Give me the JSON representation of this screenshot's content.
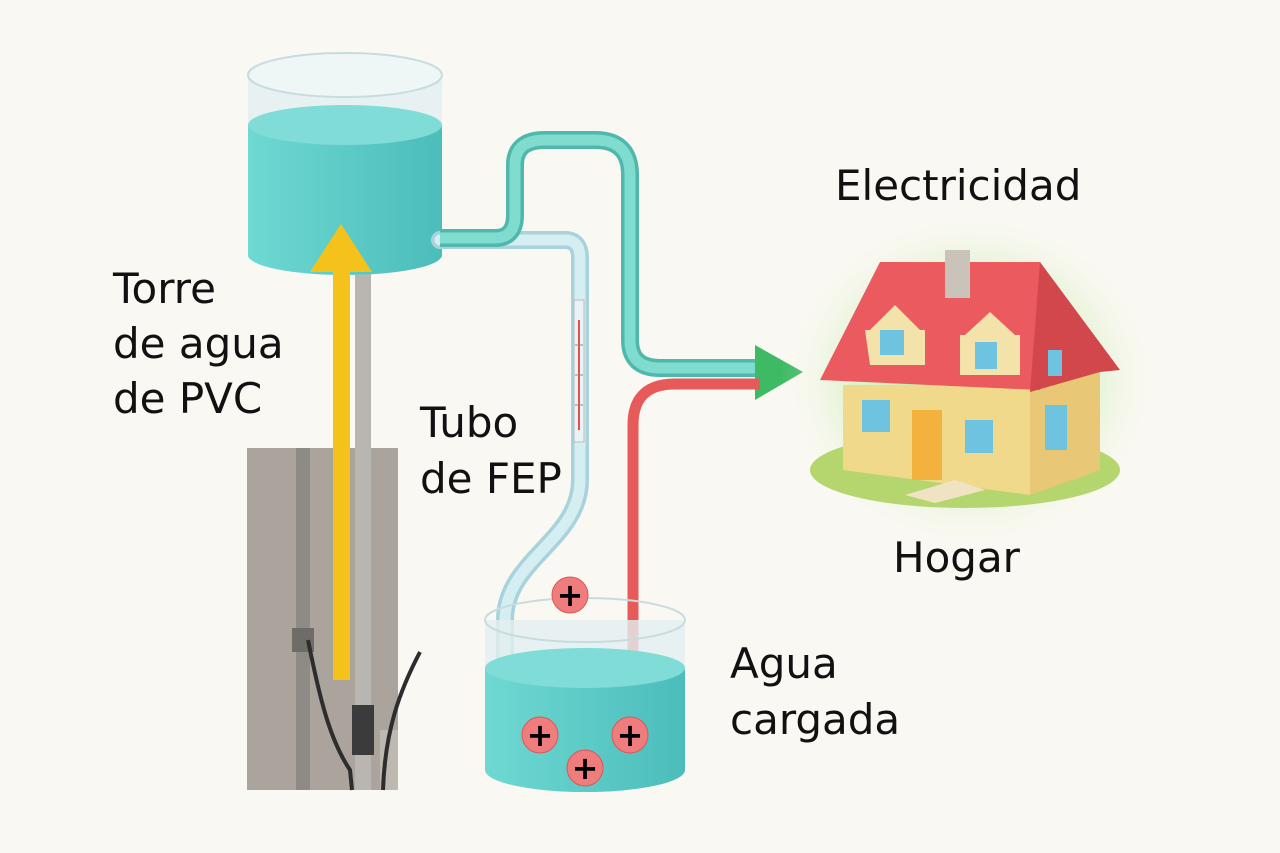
{
  "labels": {
    "tower": [
      "Torre",
      "de agua",
      "de PVC"
    ],
    "tube": [
      "Tubo",
      "de FEP"
    ],
    "charged_water": [
      "Agua",
      "cargada"
    ],
    "electricity": "Electricidad",
    "home": "Hogar"
  },
  "colors": {
    "background": "#faf8f2",
    "water": "#5fcfcc",
    "teal_pipe": "#6fd6c8",
    "fep_tube": "#bfe3ea",
    "red_wire": "#e65a5a",
    "green_arrow": "#3dba63",
    "yellow_arrow": "#f5c21b",
    "charge": "#f07d7d",
    "roof": "#ea5a5e",
    "wall": "#f1d98c"
  },
  "charge_symbol": "+"
}
